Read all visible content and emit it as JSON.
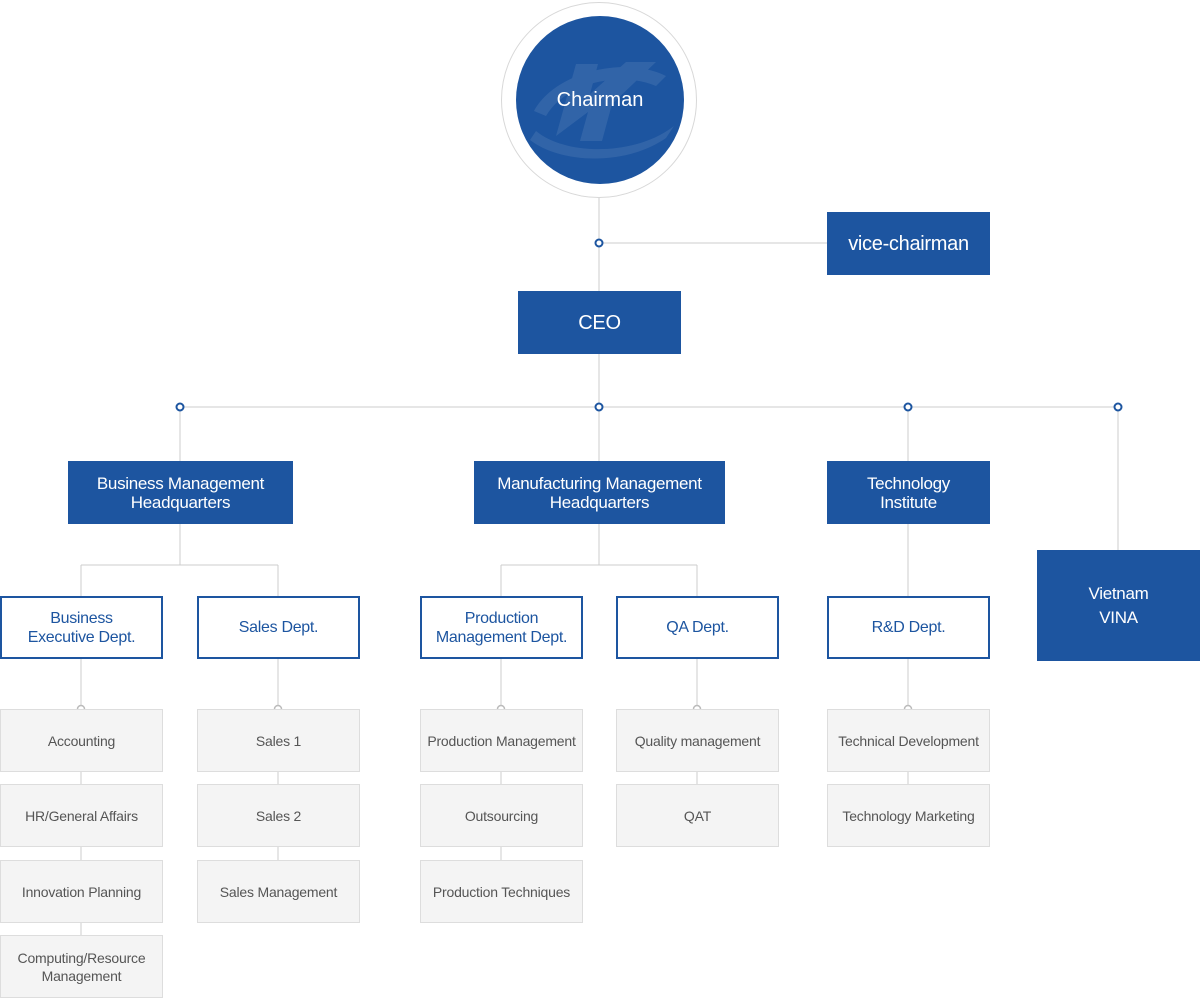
{
  "chairman": {
    "label": "Chairman"
  },
  "vice_chairman": {
    "label": "vice-chairman"
  },
  "ceo": {
    "label": "CEO"
  },
  "headquarters": [
    {
      "label": "Business Management\nHeadquarters"
    },
    {
      "label": "Manufacturing Management\nHeadquarters"
    },
    {
      "label": "Technology\nInstitute"
    },
    {
      "label": "Vietnam\nVINA"
    }
  ],
  "departments": [
    {
      "label": "Business\nExecutive Dept.",
      "units": [
        "Accounting",
        "HR/General Affairs",
        "Innovation Planning",
        "Computing/Resource\nManagement"
      ]
    },
    {
      "label": "Sales Dept.",
      "units": [
        "Sales 1",
        "Sales 2",
        "Sales Management"
      ]
    },
    {
      "label": "Production\nManagement Dept.",
      "units": [
        "Production Management",
        "Outsourcing",
        "Production Techniques"
      ]
    },
    {
      "label": "QA Dept.",
      "units": [
        "Quality management",
        "QAT"
      ]
    },
    {
      "label": "R&D Dept.",
      "units": [
        "Technical Development",
        "Technology Marketing"
      ]
    }
  ],
  "colors": {
    "primary": "#1d55a0",
    "line": "#cccccc",
    "unit_bg": "#f4f4f4",
    "unit_text": "#555555"
  },
  "icons": {
    "chairman_emblem": "company-logo-watermark",
    "junction": "circle-node-icon"
  }
}
